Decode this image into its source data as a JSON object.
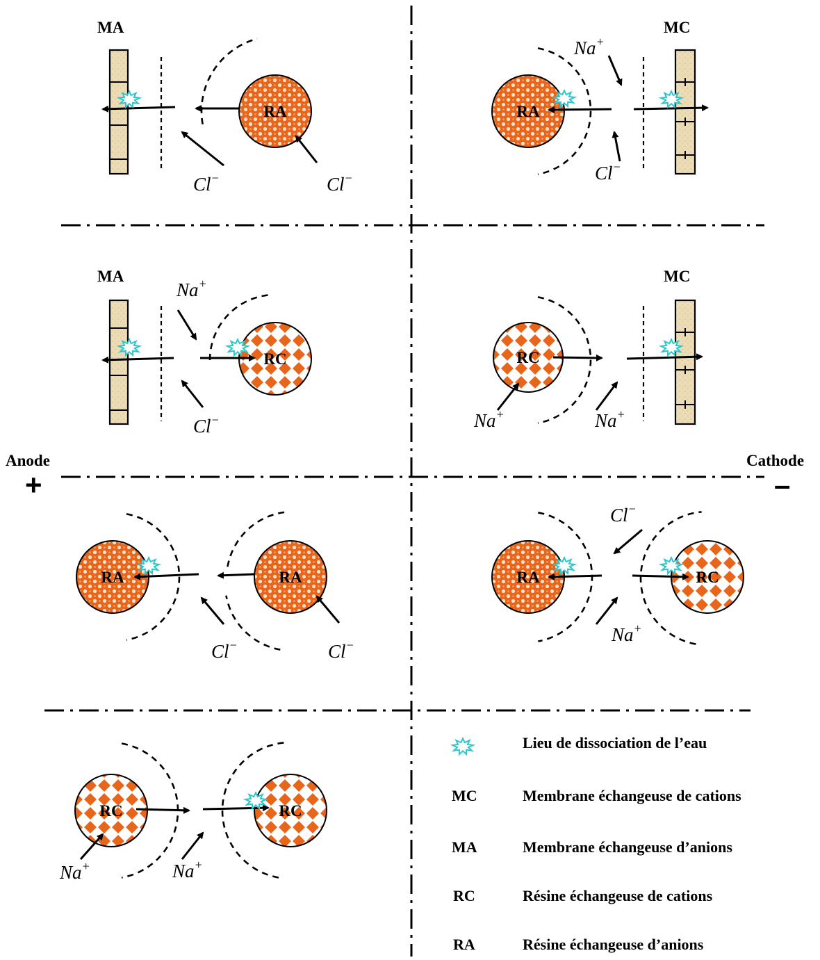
{
  "labels": {
    "ma": "MA",
    "mc": "MC",
    "ra": "RA",
    "rc": "RC",
    "anode": "Anode",
    "cathode": "Cathode",
    "plus": "+",
    "minus": "–"
  },
  "ions": {
    "na": "Na",
    "na_sup": "+",
    "cl": "Cl",
    "cl_sup": "−"
  },
  "legend": {
    "dissociation": "Lieu de dissociation de l’eau",
    "mc": {
      "code": "MC",
      "text": "Membrane échangeuse de cations"
    },
    "ma": {
      "code": "MA",
      "text": "Membrane échangeuse d’anions"
    },
    "rc": {
      "code": "RC",
      "text": "Résine échangeuse de cations"
    },
    "ra": {
      "code": "RA",
      "text": "Résine échangeuse d’anions"
    }
  },
  "colors": {
    "resin_fill": "#e8661c",
    "resin_light": "#fde3cf",
    "membrane_fill": "#ecdcb6",
    "splash": "#2cc6cc"
  }
}
